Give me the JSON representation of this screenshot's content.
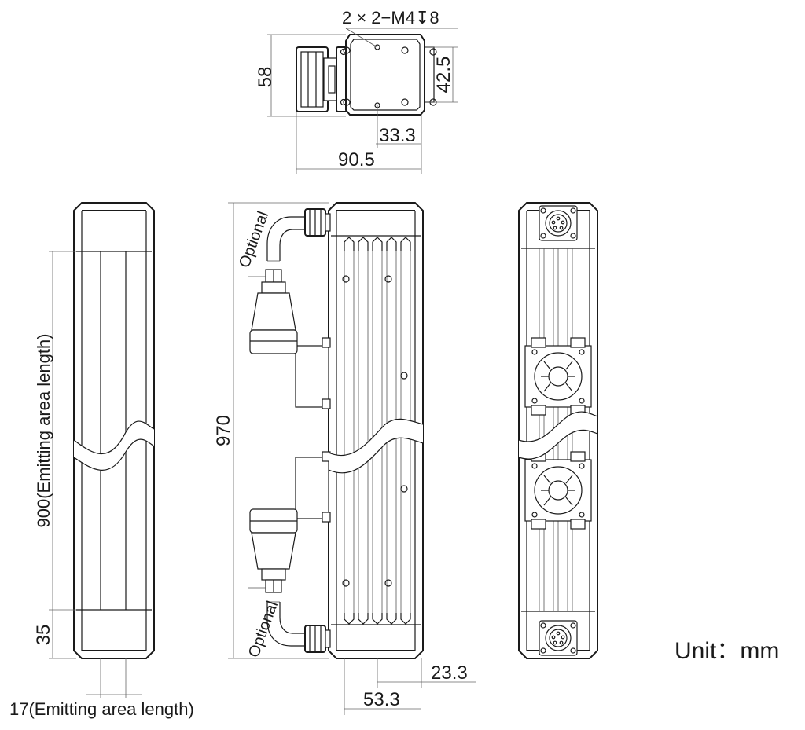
{
  "labels": {
    "thread_callout": "2 × 2−M4↧8",
    "dim_58": "58",
    "dim_42_5": "42.5",
    "dim_33_3": "33.3",
    "dim_90_5": "90.5",
    "dim_970": "970",
    "dim_900": "900(Emitting area length)",
    "dim_35": "35",
    "dim_17": "17(Emitting area length)",
    "dim_53_3": "53.3",
    "dim_23_3": "23.3",
    "optional_top": "Optional",
    "optional_bottom": "Optional",
    "unit": "Unit：mm"
  }
}
